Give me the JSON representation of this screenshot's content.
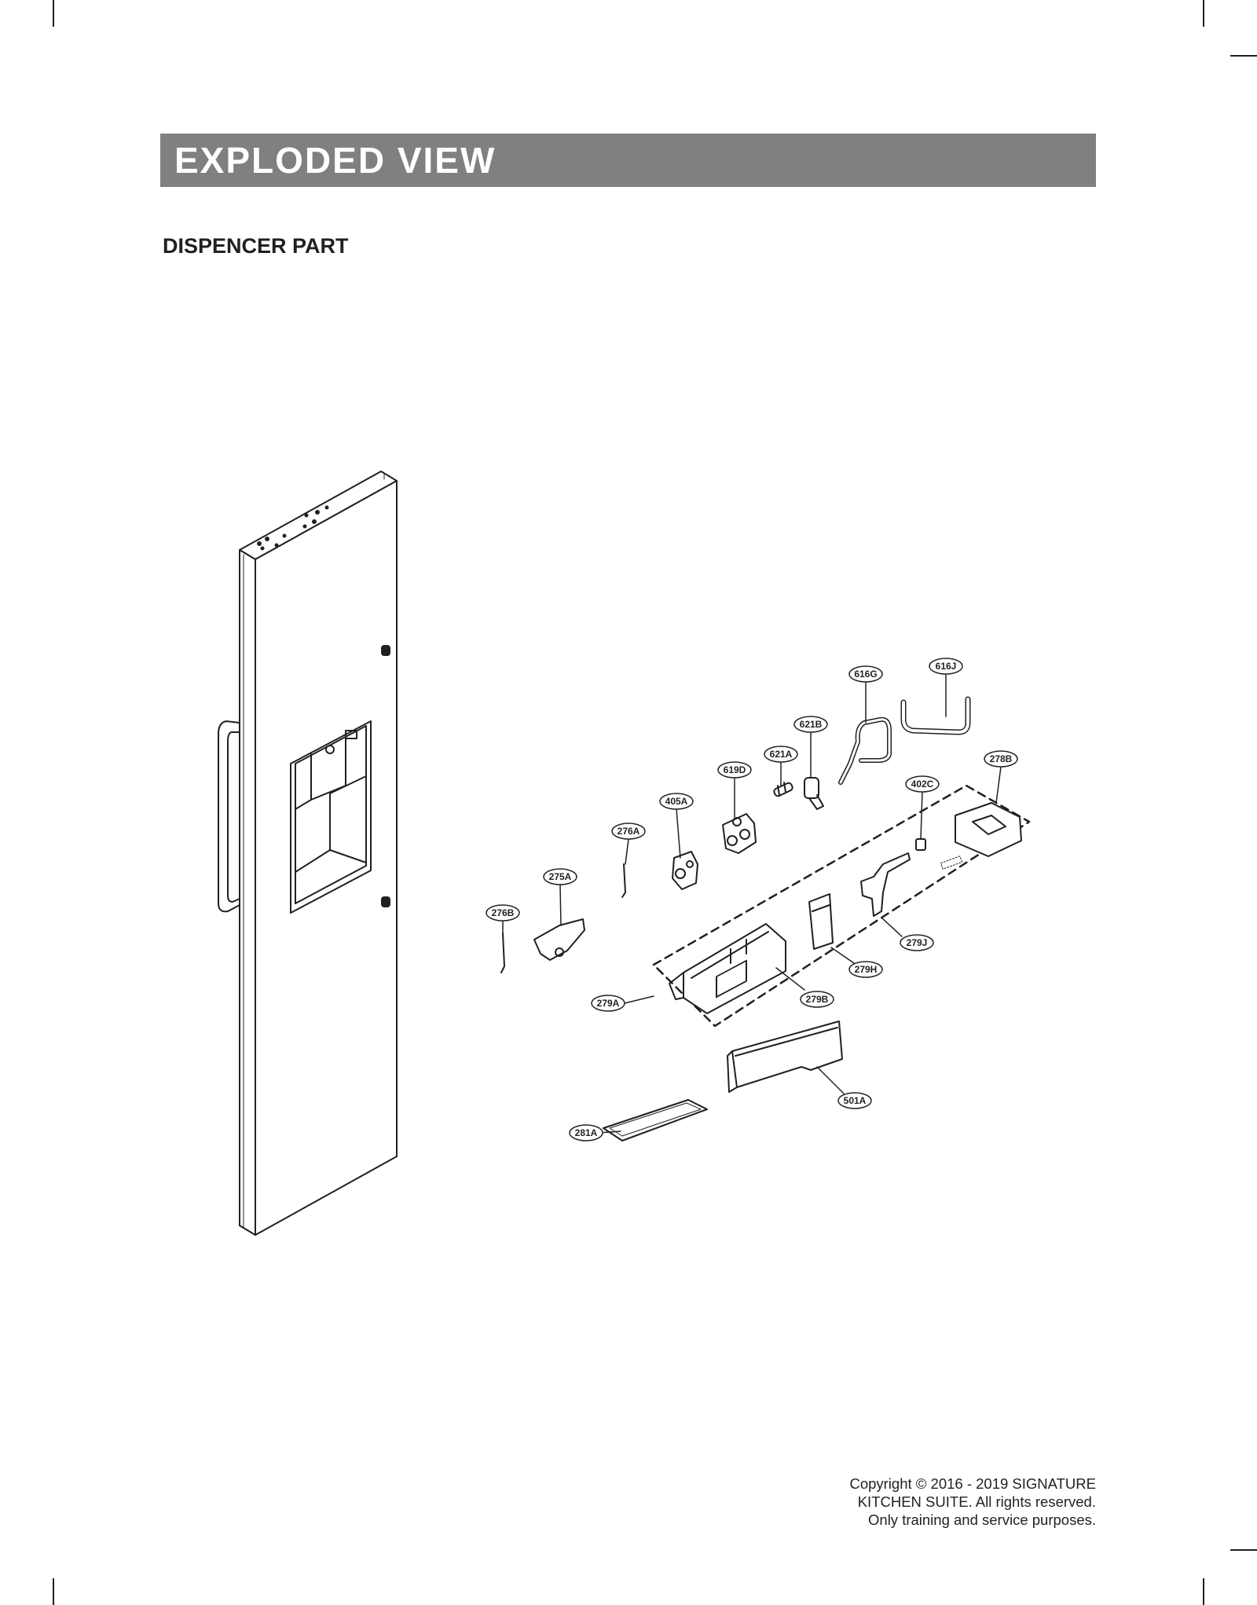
{
  "header": {
    "title": "EXPLODED VIEW",
    "section": "DISPENCER PART"
  },
  "footer": {
    "lines": [
      "Copyright © 2016 - 2019 SIGNATURE",
      "KITCHEN SUITE. All rights reserved.",
      "Only training and service purposes."
    ]
  },
  "colors": {
    "banner": "#808080",
    "banner_text": "#ffffff",
    "ink": "#231f20"
  },
  "diagram": {
    "callouts": [
      {
        "id": "616G",
        "label": "616G"
      },
      {
        "id": "616J",
        "label": "616J"
      },
      {
        "id": "621B",
        "label": "621B"
      },
      {
        "id": "621A",
        "label": "621A"
      },
      {
        "id": "619D",
        "label": "619D"
      },
      {
        "id": "278B",
        "label": "278B"
      },
      {
        "id": "402C",
        "label": "402C"
      },
      {
        "id": "405A",
        "label": "405A"
      },
      {
        "id": "276A",
        "label": "276A"
      },
      {
        "id": "275A",
        "label": "275A"
      },
      {
        "id": "276B",
        "label": "276B"
      },
      {
        "id": "279J",
        "label": "279J"
      },
      {
        "id": "279H",
        "label": "279H"
      },
      {
        "id": "279B",
        "label": "279B"
      },
      {
        "id": "279A",
        "label": "279A"
      },
      {
        "id": "501A",
        "label": "501A"
      },
      {
        "id": "281A",
        "label": "281A"
      }
    ]
  }
}
